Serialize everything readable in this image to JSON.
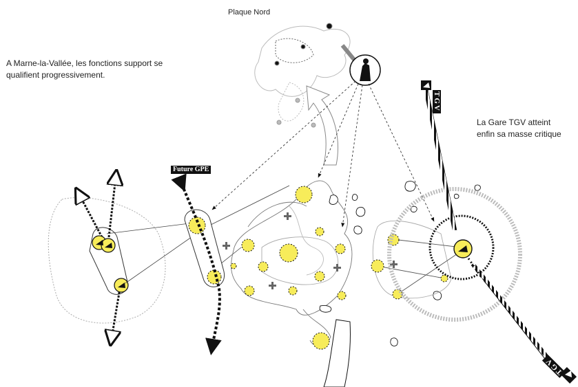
{
  "labels": {
    "plaque_nord": "Plaque Nord",
    "marne_line1": "A Marne-la-Vallée, les fonctions support se",
    "marne_line2": "qualifient progressivement.",
    "tgv_line1": "La Gare TGV atteint",
    "tgv_line2": "enfin sa masse critique",
    "future_gpe": "Future  GPE",
    "tgv_tag": "TGV"
  },
  "colors": {
    "accent_yellow": "#f7ec5a",
    "ink": "#111111",
    "grey": "#aaaaaa"
  },
  "icons": [
    "magnifier-icon",
    "plus-icon",
    "tgv-train-icon",
    "station-icon"
  ]
}
